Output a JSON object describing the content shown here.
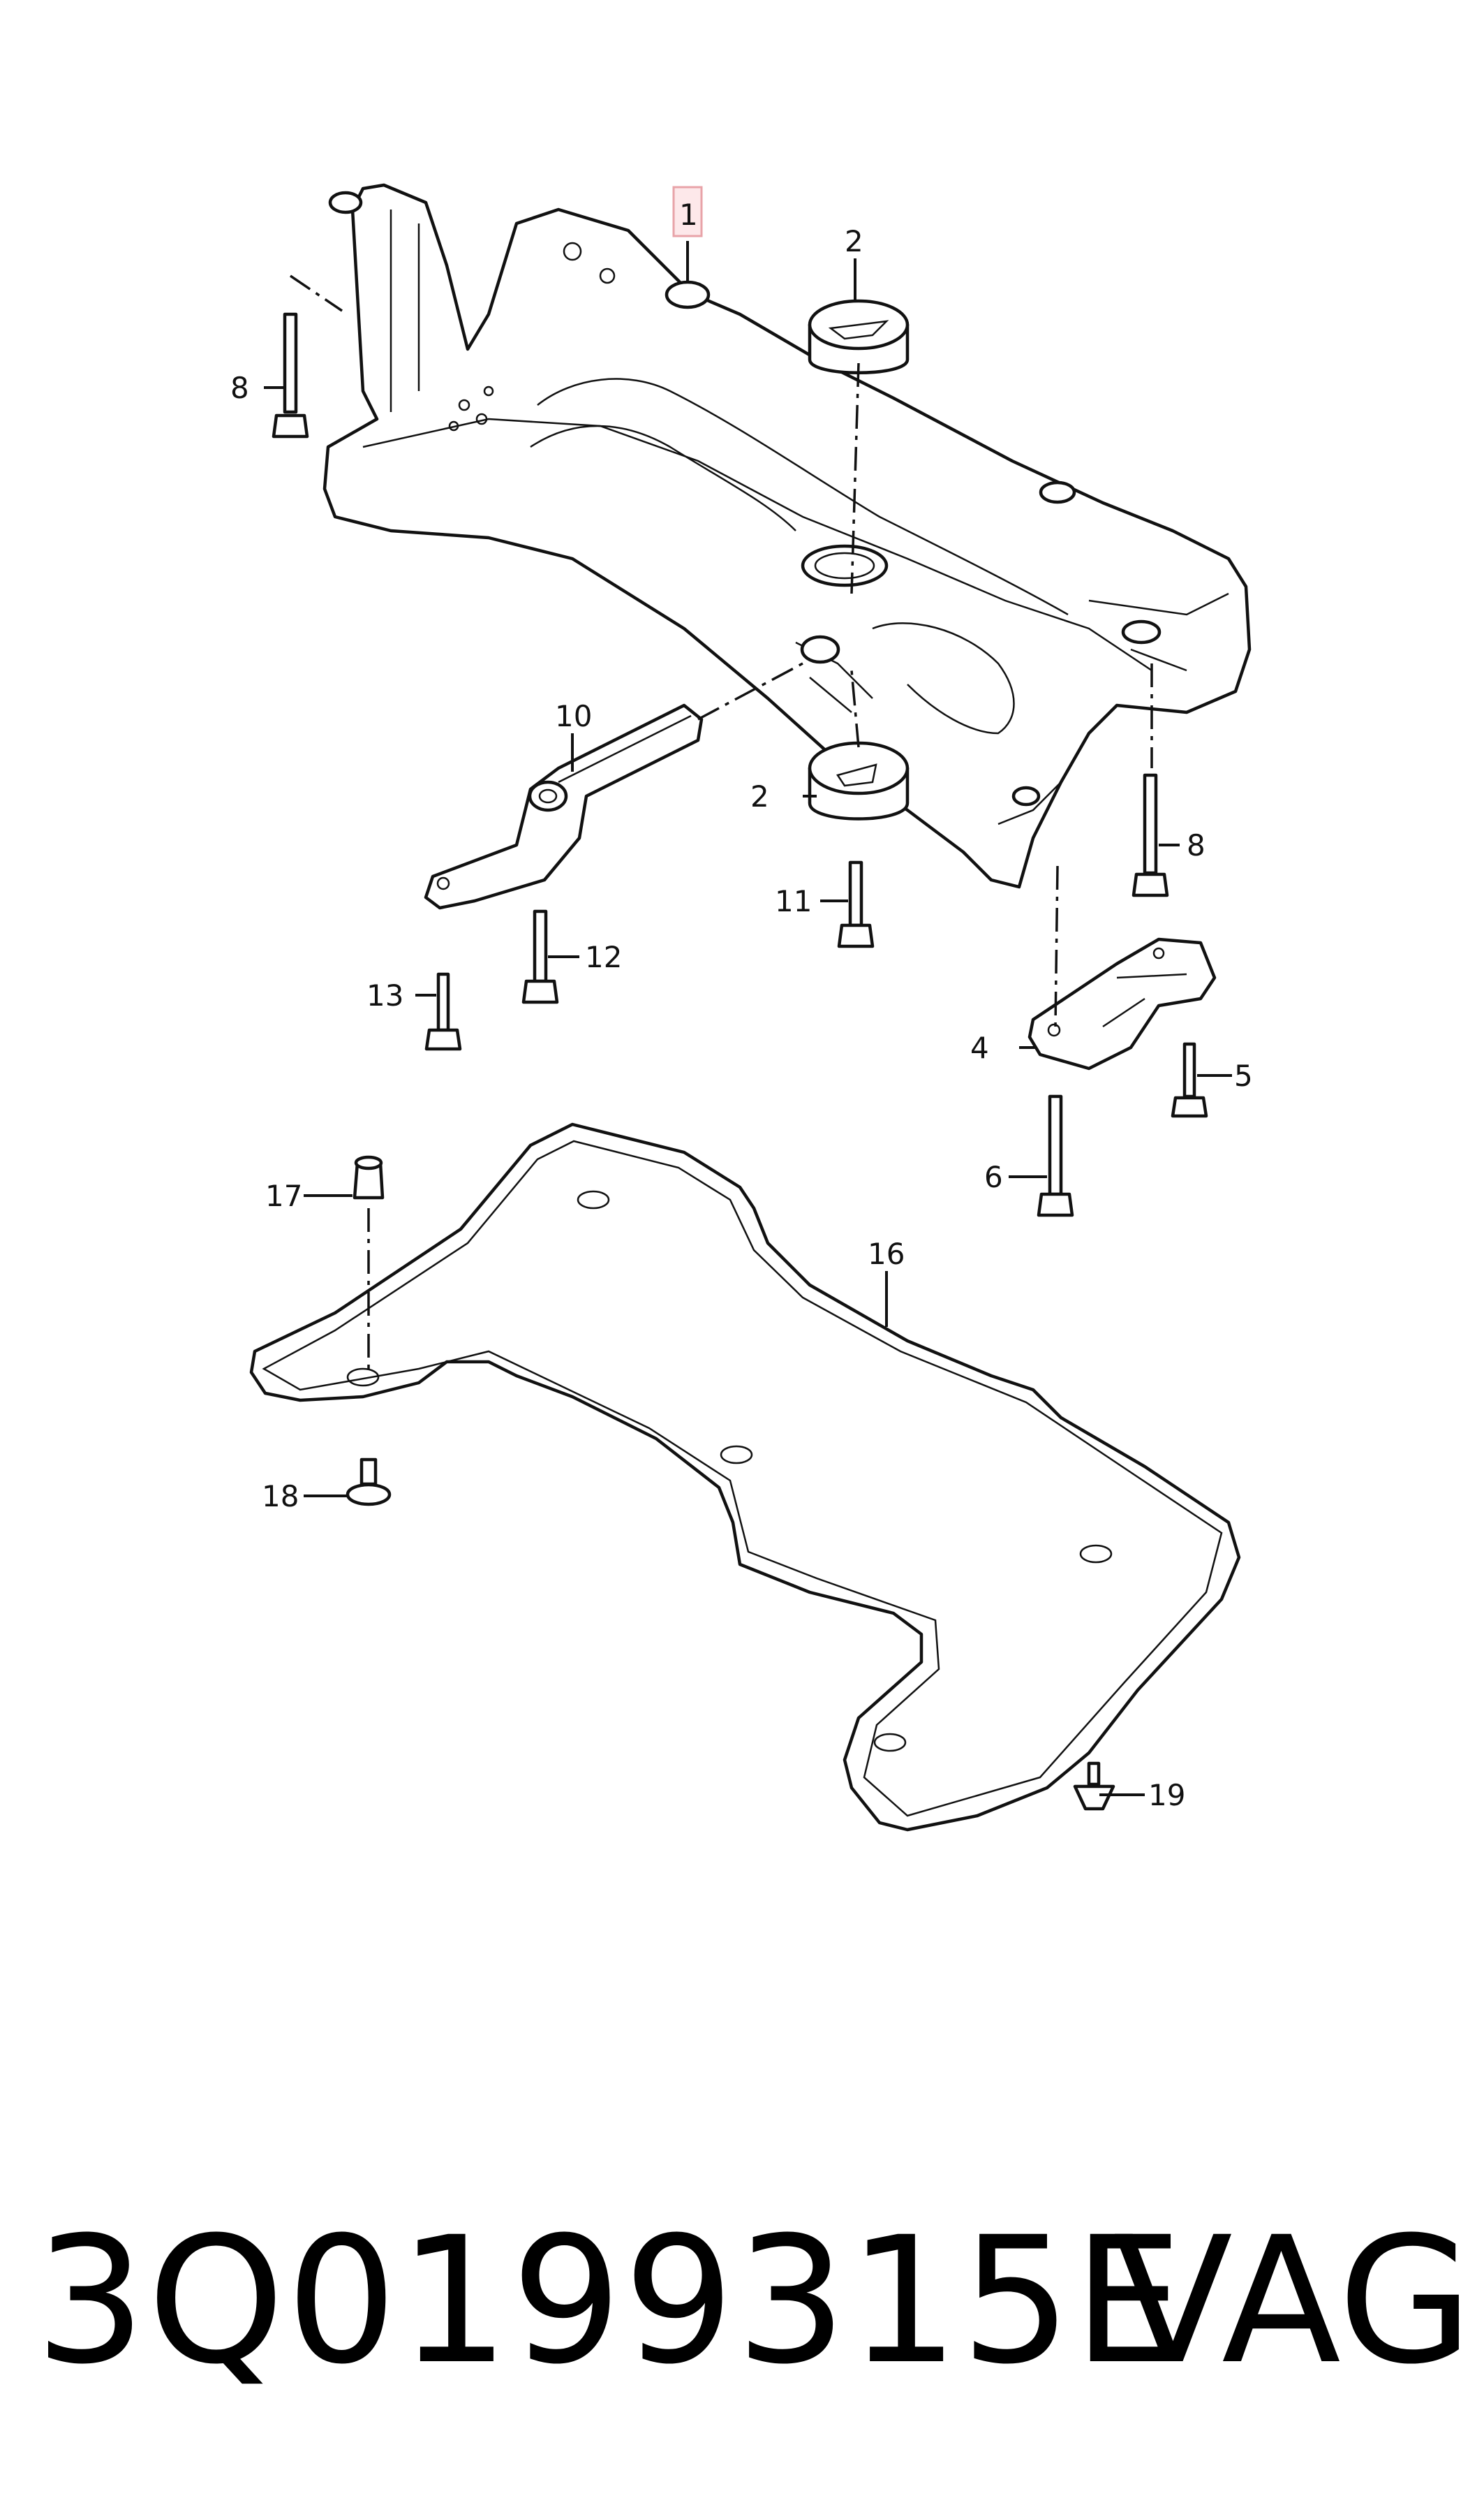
{
  "callouts": [
    {
      "id": "c1",
      "label": "1",
      "highlighted": true
    },
    {
      "id": "c2a",
      "label": "2"
    },
    {
      "id": "c2b",
      "label": "2"
    },
    {
      "id": "c4",
      "label": "4"
    },
    {
      "id": "c5",
      "label": "5"
    },
    {
      "id": "c6",
      "label": "6"
    },
    {
      "id": "c8a",
      "label": "8"
    },
    {
      "id": "c8b",
      "label": "8"
    },
    {
      "id": "c10",
      "label": "10"
    },
    {
      "id": "c11",
      "label": "11"
    },
    {
      "id": "c12",
      "label": "12"
    },
    {
      "id": "c13",
      "label": "13"
    },
    {
      "id": "c16",
      "label": "16"
    },
    {
      "id": "c17",
      "label": "17"
    },
    {
      "id": "c18",
      "label": "18"
    },
    {
      "id": "c19",
      "label": "19"
    }
  ],
  "footer": {
    "part_number": "3Q0199315E",
    "brand": "VAG"
  },
  "colors": {
    "line": "#111111",
    "highlight_box": "#e8a3a8",
    "highlight_fill": "#fde8ea"
  }
}
